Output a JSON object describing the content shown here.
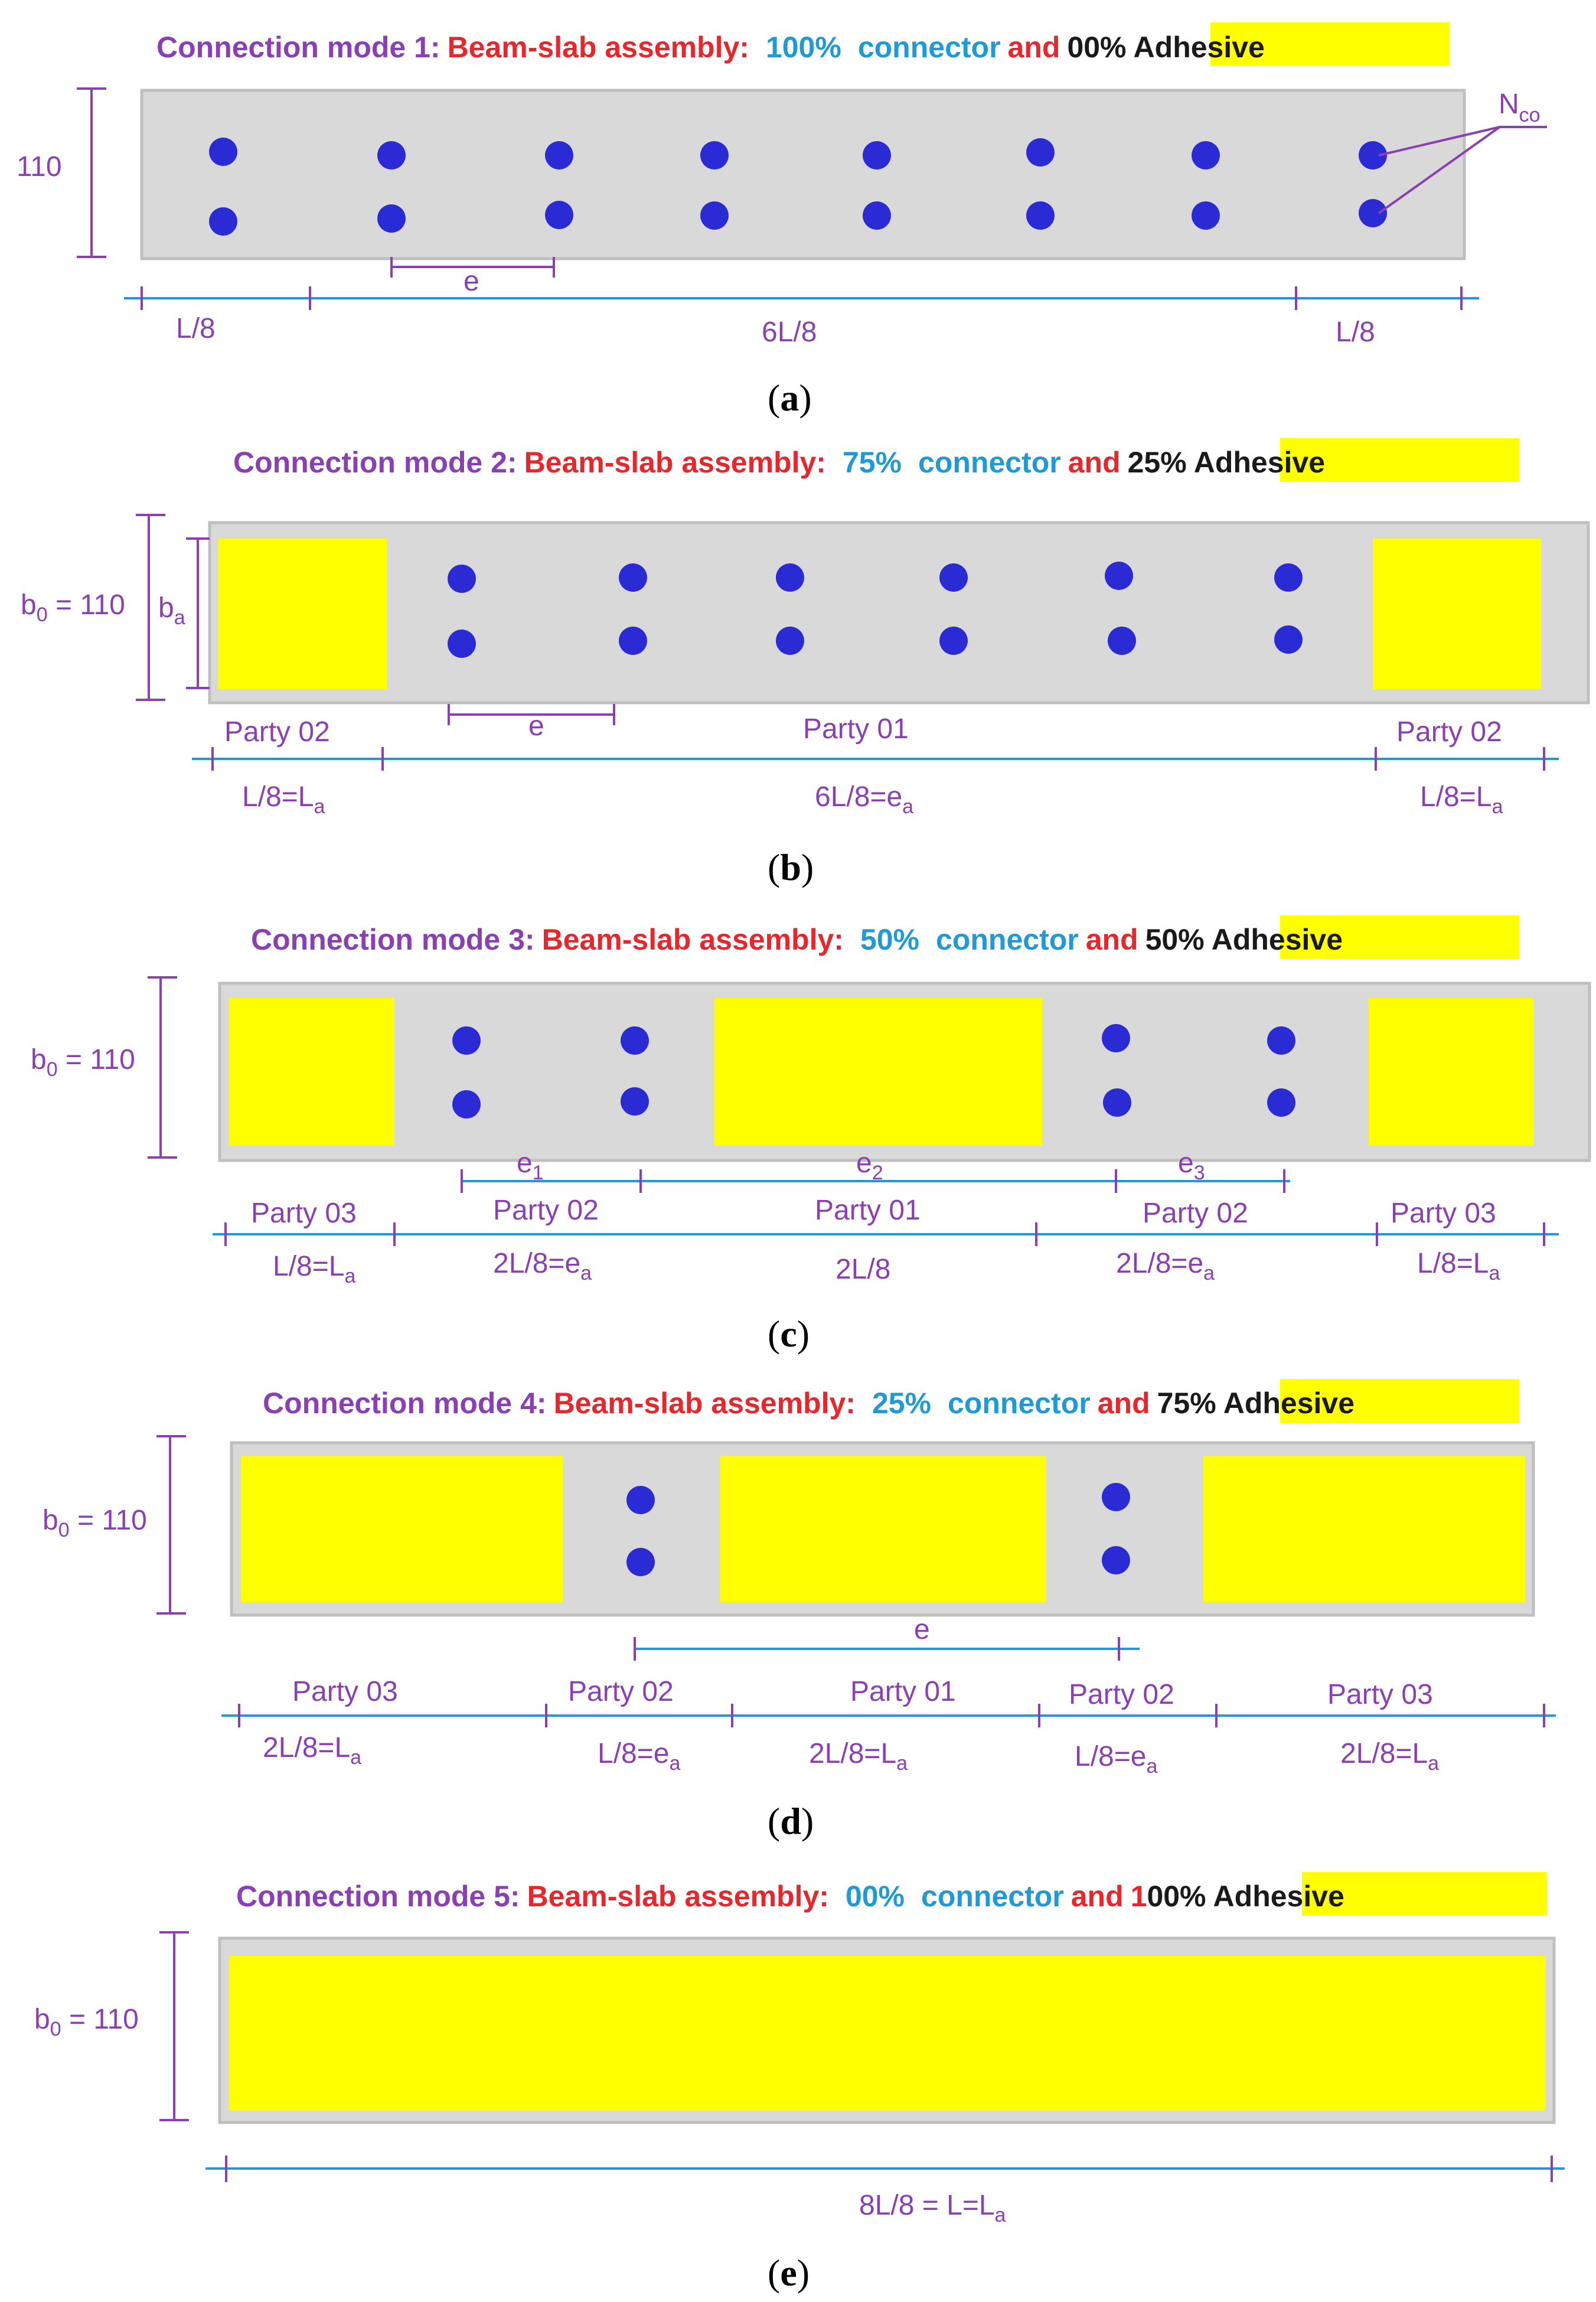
{
  "modes": [
    {
      "title_prefix": "Connection mode 1:",
      "title_assembly": "Beam-slab assembly:",
      "connector_pct": "100%",
      "connector_word": "connector",
      "and_word": "and",
      "adhesive_text": "00%  Adhesive",
      "height_label": "110",
      "spacing_label": "e",
      "connector_label": "N",
      "connector_label_sub": "co",
      "dim_left": "L/8",
      "dim_mid": "6L/8",
      "dim_right": "L/8",
      "caption": "a"
    },
    {
      "title_prefix": "Connection mode 2:",
      "title_assembly": "Beam-slab assembly:",
      "connector_pct": "75%",
      "connector_word": "connector",
      "and_word": "and",
      "adhesive_text": "25%  Adhesive",
      "height_label": "b",
      "height_label_sub": "0",
      "height_label_tail": " = 110",
      "inner_label": "b",
      "inner_label_sub": "a",
      "spacing_label": "e",
      "party_left": "Party 02",
      "party_mid": "Party 01",
      "party_right": "Party 02",
      "dim_left": "L/8=L",
      "dim_left_sub": "a",
      "dim_mid": "6L/8=e",
      "dim_mid_sub": "a",
      "dim_right": "L/8=L",
      "dim_right_sub": "a",
      "caption": "b"
    },
    {
      "title_prefix": "Connection mode 3:",
      "title_assembly": "Beam-slab assembly:",
      "connector_pct": "50%",
      "connector_word": "connector",
      "and_word": "and",
      "adhesive_text": "50%  Adhesive",
      "height_label": "b",
      "height_label_sub": "0",
      "height_label_tail": " = 110",
      "e1": "e",
      "e1_sub": "1",
      "e2": "e",
      "e2_sub": "2",
      "e3": "e",
      "e3_sub": "3",
      "parties": [
        "Party 03",
        "Party 02",
        "Party 01",
        "Party 02",
        "Party 03"
      ],
      "dims": [
        {
          "text": "L/8=L",
          "sub": "a"
        },
        {
          "text": "2L/8=e",
          "sub": "a"
        },
        {
          "text": "2L/8",
          "sub": ""
        },
        {
          "text": "2L/8=e",
          "sub": "a"
        },
        {
          "text": "L/8=L",
          "sub": "a"
        }
      ],
      "caption": "c"
    },
    {
      "title_prefix": "Connection mode 4:",
      "title_assembly": "Beam-slab assembly:",
      "connector_pct": "25%",
      "connector_word": "connector",
      "and_word": "and",
      "adhesive_text": "75%  Adhesive",
      "height_label": "b",
      "height_label_sub": "0",
      "height_label_tail": " = 110",
      "spacing_label": "e",
      "parties": [
        "Party 03",
        "Party 02",
        "Party 01",
        "Party 02",
        "Party 03"
      ],
      "dims": [
        {
          "text": "2L/8=L",
          "sub": "a"
        },
        {
          "text": "L/8=e",
          "sub": "a"
        },
        {
          "text": "2L/8=L",
          "sub": "a"
        },
        {
          "text": "L/8=e",
          "sub": "a"
        },
        {
          "text": "2L/8=L",
          "sub": "a"
        }
      ],
      "caption": "d"
    },
    {
      "title_prefix": "Connection mode 5:",
      "title_assembly": "Beam-slab assembly:",
      "connector_pct": "00%",
      "connector_word": "connector",
      "and_word": "and",
      "adhesive_pre": "1",
      "adhesive_text": "00%  Adhesive",
      "height_label": "b",
      "height_label_sub": "0",
      "height_label_tail": " = 110",
      "dim_full": "8L/8 =  L=L",
      "dim_full_sub": "a",
      "caption": "e"
    }
  ],
  "colors": {
    "purple": "#8a3fb4",
    "red": "#e8262b",
    "blue": "#1f9ad6",
    "adhesive_yellow": "#ffff00",
    "slab_gray": "#d9d9d9",
    "connector_blue": "#2b2bd6"
  }
}
